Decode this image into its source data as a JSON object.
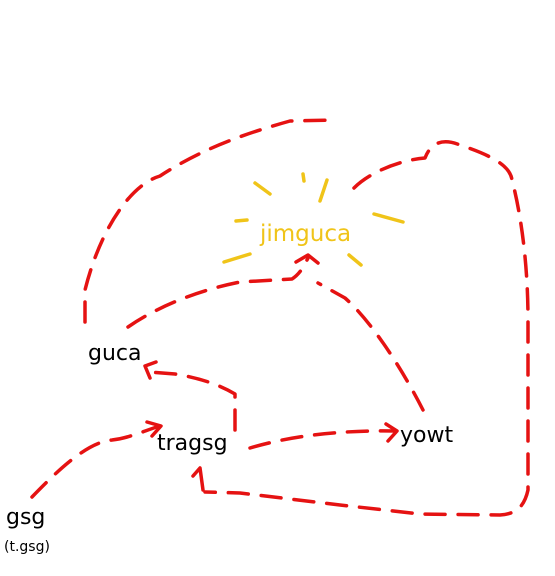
{
  "map": {
    "nodes": {
      "goal": {
        "label": "jimguca"
      },
      "guca": {
        "label": "guca"
      },
      "tragsg": {
        "label": "tragsg"
      },
      "yowt": {
        "label": "yowt"
      },
      "gsg": {
        "label": "gsg",
        "note": "(t.gsg)"
      }
    }
  },
  "colors": {
    "path": "#e51212",
    "goal": "#f0c419",
    "text": "#000000",
    "background": "#ffffff"
  },
  "icons": {
    "goal_glow": "sun-rays-icon",
    "arrow": "arrowhead-icon"
  }
}
